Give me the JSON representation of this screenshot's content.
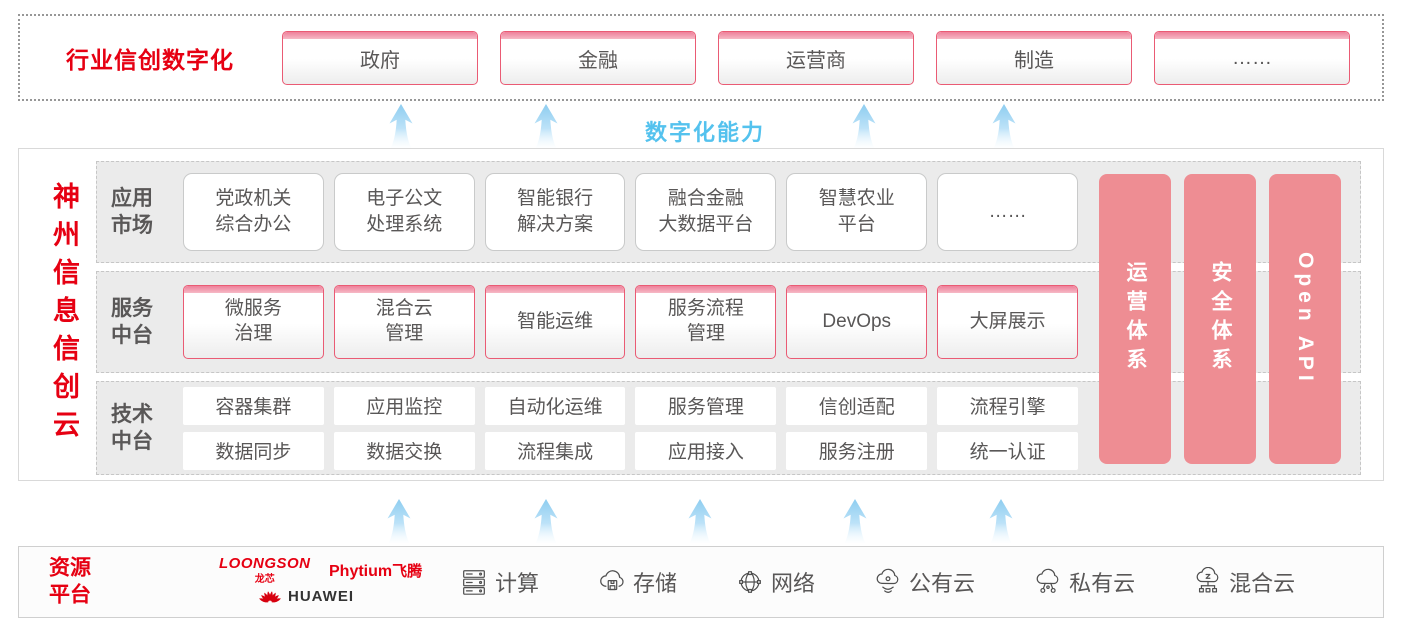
{
  "colors": {
    "brand_red": "#e60012",
    "pillar_pink": "#ee8d93",
    "card_border_pink": "#ea5b74",
    "capability_blue": "#54c2ee",
    "text_dark": "#595757"
  },
  "top_banner": {
    "title": "行业信创数字化",
    "items": [
      "政府",
      "金融",
      "运营商",
      "制造",
      "……"
    ]
  },
  "capability_label": "数字化能力",
  "platform": {
    "title": "神州信息信创云",
    "rows": {
      "app_market": {
        "label": "应用\n市场",
        "items": [
          "党政机关\n综合办公",
          "电子公文\n处理系统",
          "智能银行\n解决方案",
          "融合金融\n大数据平台",
          "智慧农业\n平台",
          "……"
        ]
      },
      "service": {
        "label": "服务\n中台",
        "items": [
          "微服务\n治理",
          "混合云\n管理",
          "智能运维",
          "服务流程\n管理",
          "DevOps",
          "大屏展示"
        ]
      },
      "tech": {
        "label": "技术\n中台",
        "row1": [
          "容器集群",
          "应用监控",
          "自动化运维",
          "服务管理",
          "信创适配",
          "流程引擎"
        ],
        "row2": [
          "数据同步",
          "数据交换",
          "流程集成",
          "应用接入",
          "服务注册",
          "统一认证"
        ]
      }
    },
    "pillars": [
      "运营体系",
      "安全体系",
      "Open API"
    ]
  },
  "resources": {
    "label": "资源\n平台",
    "vendors": {
      "loongson": "LOONGSON",
      "loongson_cn": "龙芯",
      "phytium": "Phytium",
      "phytium_cn": "飞腾",
      "huawei": "HUAWEI"
    },
    "items": [
      {
        "icon": "server-icon",
        "label": "计算"
      },
      {
        "icon": "storage-cloud-icon",
        "label": "存储"
      },
      {
        "icon": "network-globe-icon",
        "label": "网络"
      },
      {
        "icon": "public-cloud-icon",
        "label": "公有云"
      },
      {
        "icon": "private-cloud-icon",
        "label": "私有云"
      },
      {
        "icon": "hybrid-cloud-icon",
        "label": "混合云"
      }
    ]
  }
}
